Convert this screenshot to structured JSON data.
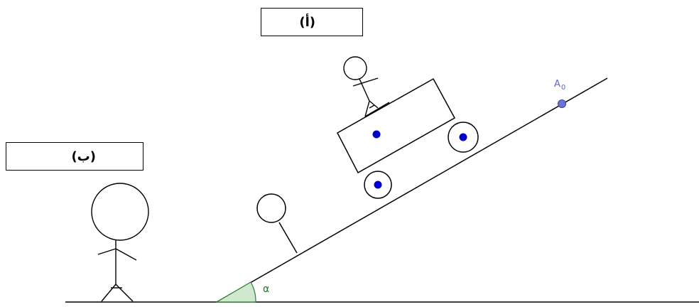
{
  "labels": {
    "a": "(أ)",
    "b": "(ب)"
  },
  "point_label": "A",
  "point_label_sub": "0",
  "angle_label": "α",
  "colors": {
    "stroke": "#000000",
    "wheel_hub": "#0000cc",
    "point": "#6b73d8",
    "point_label": "#5a64d6",
    "angle_fill": "#cfe8cf",
    "angle_stroke": "#2e7d32",
    "angle_text": "#1e7a1e"
  }
}
